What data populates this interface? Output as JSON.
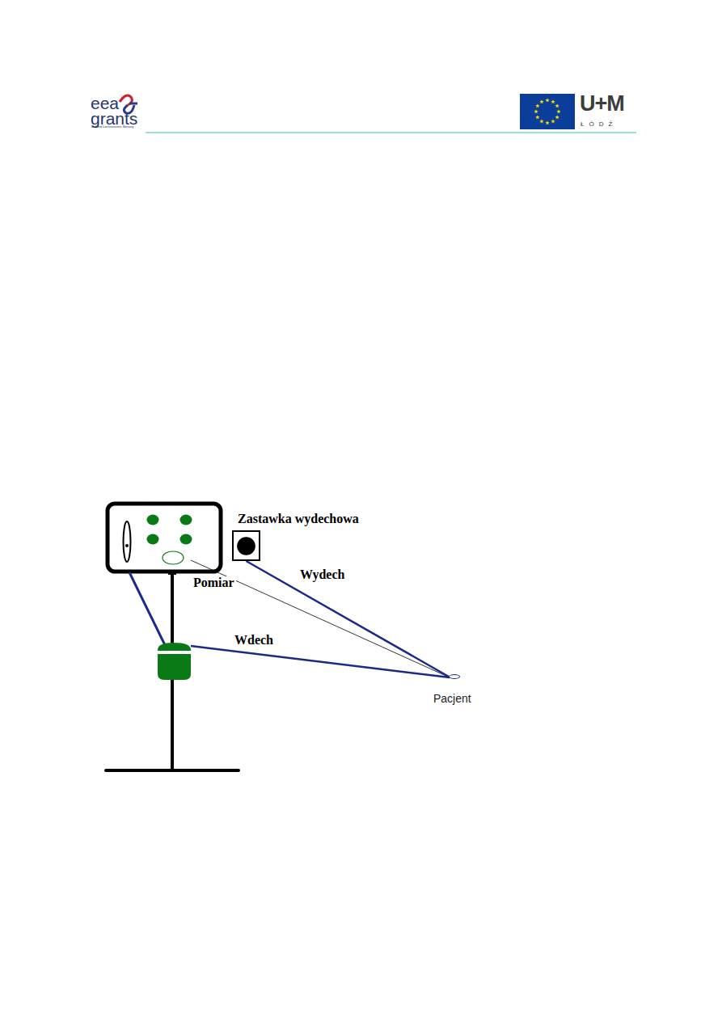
{
  "diagram": {
    "nodes": [
      {
        "text": [
          "Zastawka wydechowa"
        ]
      },
      {
        "text": [
          "Pacjent"
        ]
      }
    ],
    "edges": [
      {
        "from": 0,
        "to": 1,
        "label": "Wydech",
        "arrow": "none"
      }
    ],
    "labels": [
      "eea",
      "grants",
      "Iceland Liechtenstein Norway",
      "U+M",
      "ŁÓDŹ",
      "Pomiar",
      "Wdech"
    ]
  }
}
